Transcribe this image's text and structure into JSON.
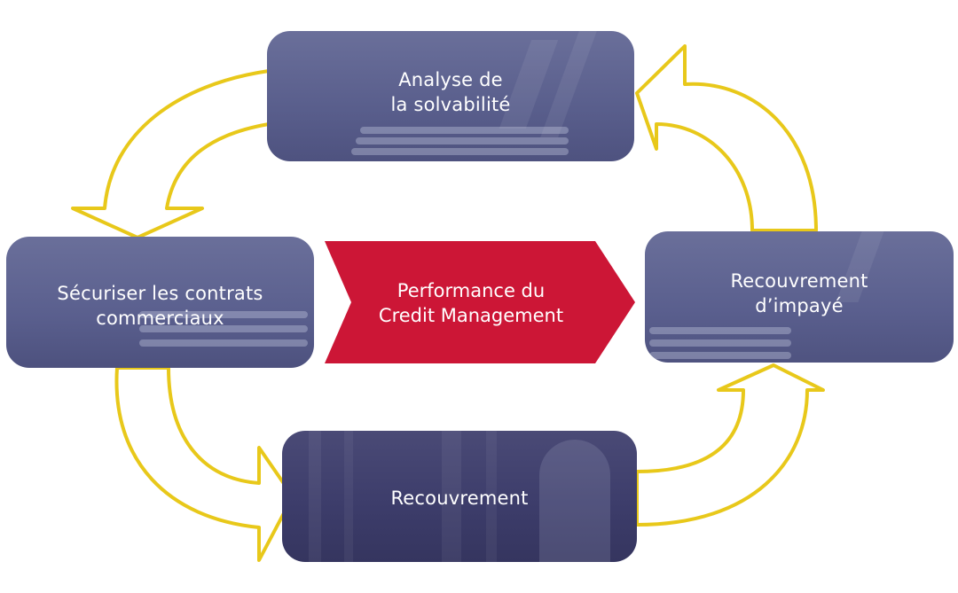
{
  "colors": {
    "box_fill": "#5a5f8e",
    "box_fill_dark": "#3d3d6b",
    "center_arrow": "#cc1636",
    "cycle_arrows": "#e8c81a",
    "text": "#ffffff"
  },
  "center": {
    "line1": "Performance du",
    "line2": "Credit Management"
  },
  "steps": {
    "top": {
      "line1": "Analyse de",
      "line2": "la solvabilité"
    },
    "left": {
      "line1": "Sécuriser les contrats",
      "line2": "commerciaux"
    },
    "right": {
      "line1": "Recouvrement",
      "line2": "d’impayé"
    },
    "bottom": {
      "line1": "Recouvrement"
    }
  }
}
